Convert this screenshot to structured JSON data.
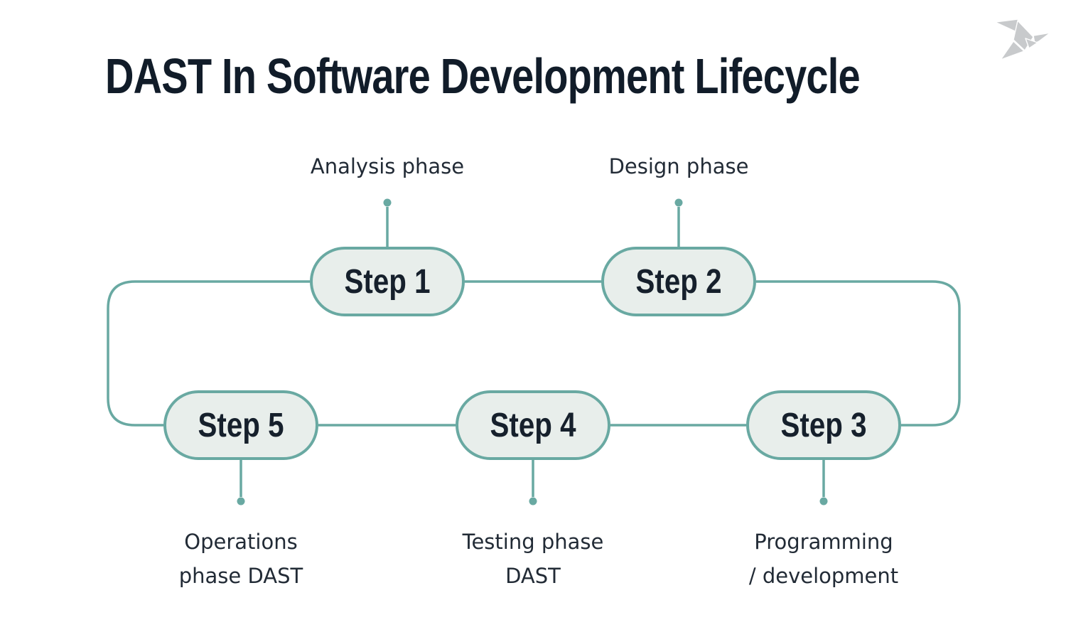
{
  "title": "DAST In Software Development Lifecycle",
  "logo": {
    "name": "origami-bird",
    "color": "#c8cacc"
  },
  "colors": {
    "background": "#ffffff",
    "accent_teal": "#69a9a2",
    "pill_fill": "#e8eeeb",
    "title_text": "#111c29",
    "step_text": "#16202c",
    "label_text": "#222b36"
  },
  "steps": [
    {
      "id": "step-1",
      "label": "Step 1",
      "phase": "Analysis phase",
      "phase_lines": [
        "Analysis phase"
      ]
    },
    {
      "id": "step-2",
      "label": "Step 2",
      "phase": "Design phase",
      "phase_lines": [
        "Design phase"
      ]
    },
    {
      "id": "step-3",
      "label": "Step 3",
      "phase": "Programming / development",
      "phase_lines": [
        "Programming",
        "/ development"
      ]
    },
    {
      "id": "step-4",
      "label": "Step 4",
      "phase": "Testing phase DAST",
      "phase_lines": [
        "Testing phase",
        "DAST"
      ]
    },
    {
      "id": "step-5",
      "label": "Step 5",
      "phase": "Operations phase DAST",
      "phase_lines": [
        "Operations",
        "phase DAST"
      ]
    }
  ],
  "connections": [
    [
      "step-1",
      "step-2"
    ],
    [
      "step-2",
      "step-3"
    ],
    [
      "step-3",
      "step-4"
    ],
    [
      "step-4",
      "step-5"
    ],
    [
      "step-5",
      "step-1"
    ]
  ]
}
